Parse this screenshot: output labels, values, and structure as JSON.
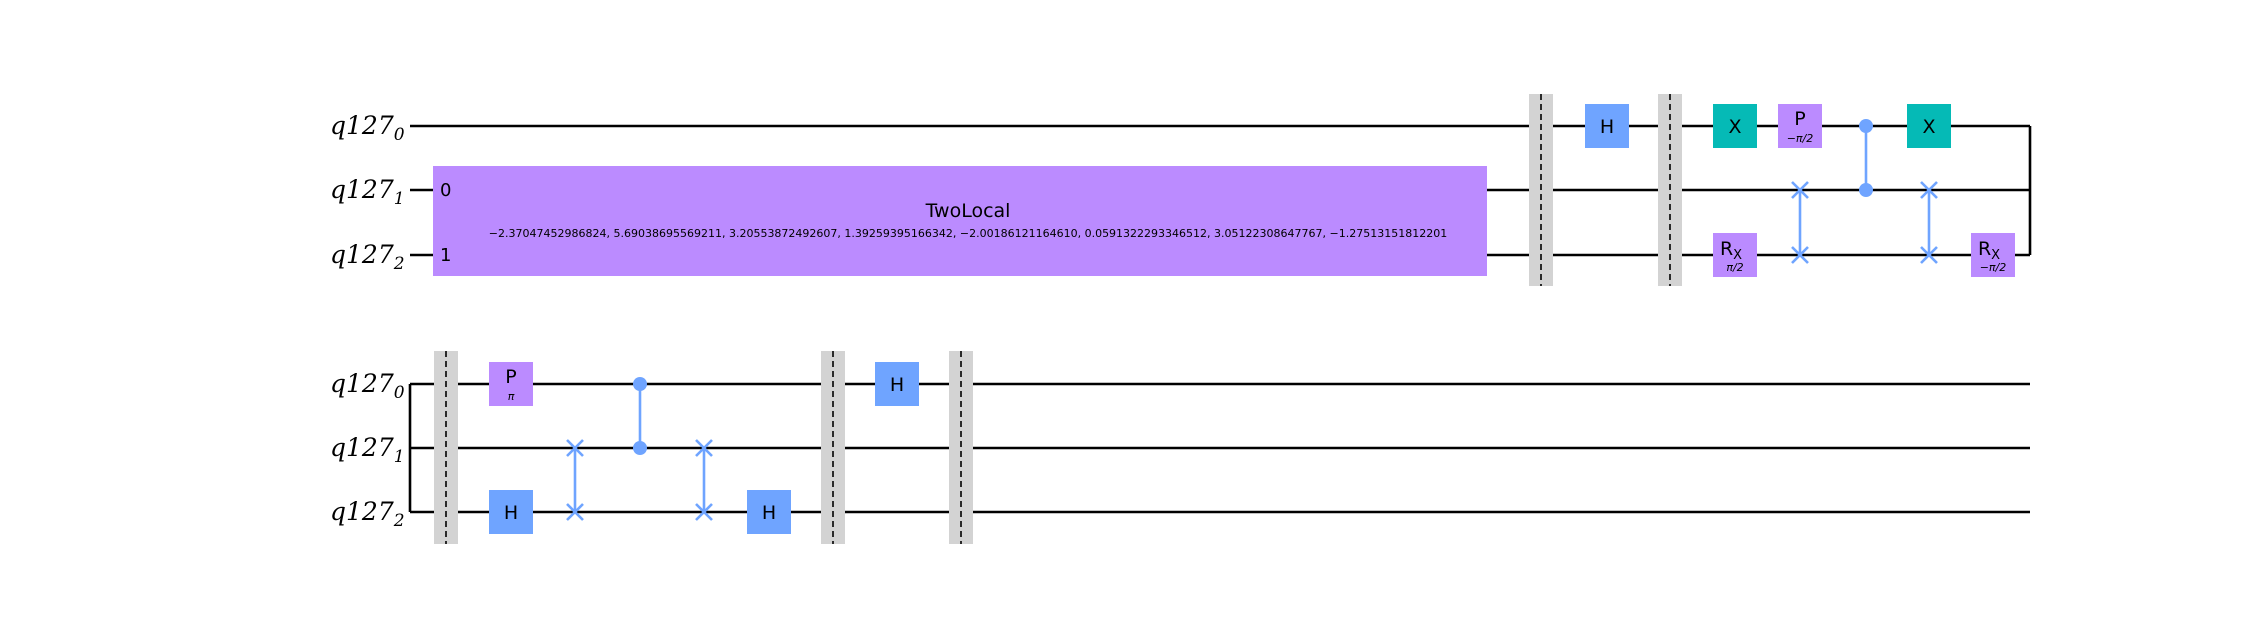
{
  "registers": {
    "name": "q127",
    "subscripts": [
      "0",
      "1",
      "2"
    ]
  },
  "colors": {
    "two_local": "#bb8bff",
    "h_gate": "#6fa4ff",
    "x_gate": "#05bab6",
    "param_gate": "#bb8bff",
    "control": "#6fa4ff",
    "barrier": "#d3d3d3"
  },
  "two_local": {
    "label": "TwoLocal",
    "params": "−2.37047452986824, 5.69038695569211, 3.20553872492607, 1.39259395166342, −2.00186121164610, 0.0591322293346512, 3.05122308647767, −1.27513151812201",
    "port_labels": [
      "0",
      "1"
    ]
  },
  "gates": {
    "h": "H",
    "x": "X",
    "p": "P",
    "rx_main": "R",
    "rx_sub": "X"
  },
  "gate_params": {
    "p_row1": "−π/2",
    "rx_row1": "π/2",
    "rx_row1_end": "−π/2",
    "p_row2": "π"
  }
}
